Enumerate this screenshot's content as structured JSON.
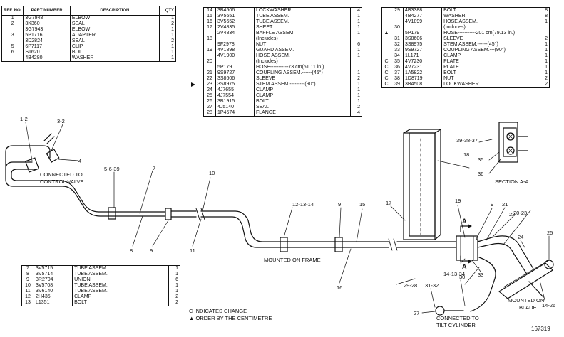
{
  "table_left": {
    "headers": {
      "ref": "REF. NO.",
      "part": "PART NUMBER",
      "desc": "DESCRIPTION",
      "qty": "QTY"
    },
    "rows": [
      {
        "ref": "1",
        "part": "3G7948",
        "desc": "ELBOW",
        "qty": "1"
      },
      {
        "ref": "2",
        "part": "3K360",
        "desc": "SEAL",
        "qty": "2"
      },
      {
        "ref": "",
        "part": "3G7943",
        "desc": "ELBOW",
        "qty": "1"
      },
      {
        "ref": "3",
        "part": "5P1716",
        "desc": "ADAPTER",
        "qty": "1"
      },
      {
        "ref": "",
        "part": "3D2824",
        "desc": "SEAL",
        "qty": "2"
      },
      {
        "ref": "5",
        "part": "6P7117",
        "desc": "CLIP",
        "qty": "1"
      },
      {
        "ref": "6",
        "part": "S1620",
        "desc": "BOLT",
        "qty": "1"
      },
      {
        "ref": "",
        "part": "4B4280",
        "desc": "WASHER",
        "qty": "1"
      }
    ]
  },
  "table_mid": {
    "rows": [
      {
        "ref": "14",
        "part": "3B4506",
        "desc": "LOCKWASHER",
        "qty": "4"
      },
      {
        "ref": "15",
        "part": "3V5651",
        "desc": "TUBE ASSEM.",
        "qty": "1"
      },
      {
        "ref": "16",
        "part": "3V5652",
        "desc": "TUBE ASSEM.",
        "qty": "1"
      },
      {
        "ref": "17",
        "part": "2V4835",
        "desc": "SHEET",
        "qty": "1"
      },
      {
        "ref": "",
        "part": "2V4834",
        "desc": "BAFFLE ASSEM.",
        "qty": "1"
      },
      {
        "ref": "18",
        "part": "",
        "desc": "(Includes)",
        "qty": ""
      },
      {
        "ref": "",
        "part": "9F2978",
        "desc": "NUT",
        "qty": "6"
      },
      {
        "ref": "19",
        "part": "4V1898",
        "desc": "GUARD ASSEM.",
        "qty": "1"
      },
      {
        "ref": "",
        "part": "4V1900",
        "desc": "HOSE ASSEM.",
        "qty": "1"
      },
      {
        "ref": "20",
        "part": "",
        "desc": "(Includes)",
        "qty": ""
      },
      {
        "ref": "",
        "part": "5P179",
        "desc": "HOSE-----------73 cm(61.11 in.)",
        "qty": ""
      },
      {
        "ref": "21",
        "part": "9S9727",
        "desc": "COUPLING ASSEM.------(45°)",
        "qty": "1"
      },
      {
        "ref": "22",
        "part": "3S8606",
        "desc": "SLEEVE",
        "qty": "2"
      },
      {
        "ref": "23",
        "part": "3S8975",
        "desc": "STEM ASSEM.---------(90°)",
        "qty": "1"
      },
      {
        "ref": "24",
        "part": "4J7655",
        "desc": "CLAMP",
        "qty": "1"
      },
      {
        "ref": "25",
        "part": "4J7554",
        "desc": "CLAMP",
        "qty": "1"
      },
      {
        "ref": "26",
        "part": "3B1915",
        "desc": "BOLT",
        "qty": "1"
      },
      {
        "ref": "27",
        "part": "4J5140",
        "desc": "SEAL",
        "qty": "2"
      },
      {
        "ref": "28",
        "part": "1P4574",
        "desc": "FLANGE",
        "qty": "4"
      }
    ]
  },
  "table_right": {
    "rows": [
      {
        "c": "",
        "ref": "29",
        "part": "4B3388",
        "desc": "BOLT",
        "qty": "8"
      },
      {
        "c": "",
        "ref": "",
        "part": "4B4277",
        "desc": "WASHER",
        "qty": "8"
      },
      {
        "c": "",
        "ref": "",
        "part": "4V1899",
        "desc": "HOSE ASSEM.",
        "qty": "1"
      },
      {
        "c": "",
        "ref": "30",
        "part": "",
        "desc": "(Includes)",
        "qty": ""
      },
      {
        "c": "▲",
        "ref": "",
        "part": "5P179",
        "desc": "HOSE-----------201 cm(79.13 in.)",
        "qty": ""
      },
      {
        "c": "",
        "ref": "31",
        "part": "3S8606",
        "desc": "SLEEVE",
        "qty": "2"
      },
      {
        "c": "",
        "ref": "32",
        "part": "3S8975",
        "desc": "STEM ASSEM.------(45°)",
        "qty": "1"
      },
      {
        "c": "",
        "ref": "33",
        "part": "9S9727",
        "desc": "COUPLING ASSEM.---(90°)",
        "qty": "1"
      },
      {
        "c": "",
        "ref": "34",
        "part": "1L171",
        "desc": "CLAMP",
        "qty": "1"
      },
      {
        "c": "C",
        "ref": "35",
        "part": "4V7230",
        "desc": "PLATE",
        "qty": "1"
      },
      {
        "c": "C",
        "ref": "36",
        "part": "4V7231",
        "desc": "PLATE",
        "qty": "1"
      },
      {
        "c": "C",
        "ref": "37",
        "part": "1A5822",
        "desc": "BOLT",
        "qty": "1"
      },
      {
        "c": "C",
        "ref": "38",
        "part": "1D8719",
        "desc": "NUT",
        "qty": "2"
      },
      {
        "c": "C",
        "ref": "39",
        "part": "3B4508",
        "desc": "LOCKWASHER",
        "qty": "2"
      }
    ]
  },
  "table_bottom": {
    "rows": [
      {
        "ref": "7",
        "part": "3V5715",
        "desc": "TUBE ASSEM.",
        "qty": "1"
      },
      {
        "ref": "8",
        "part": "3V5714",
        "desc": "TUBE ASSEM.",
        "qty": "1"
      },
      {
        "ref": "9",
        "part": "3R2704",
        "desc": "UNION",
        "qty": "6"
      },
      {
        "ref": "10",
        "part": "3V5708",
        "desc": "TUBE ASSEM.",
        "qty": "1"
      },
      {
        "ref": "11",
        "part": "3V6140",
        "desc": "TUBE ASSEM.",
        "qty": "1"
      },
      {
        "ref": "12",
        "part": "2H435",
        "desc": "CLAMP",
        "qty": "2"
      },
      {
        "ref": "13",
        "part": "L1351",
        "desc": "BOLT",
        "qty": "2"
      }
    ]
  },
  "notes": {
    "change": "C INDICATES CHANGE",
    "order": "▲ ORDER BY THE CENTIMETRE"
  },
  "illustration_number": "167319",
  "callouts": {
    "c1_2": "1-2",
    "c3_2": "3-2",
    "c4": "4",
    "connected_control_1": "CONNECTED TO",
    "connected_control_2": "CONTROL VALVE",
    "c5_6_39": "5-6-39",
    "c7": "7",
    "c8": "8",
    "c9a": "9",
    "c10": "10",
    "c11": "11",
    "c12_13_14": "12-13-14",
    "c9b": "9",
    "c15": "15",
    "c16": "16",
    "c17": "17",
    "c18": "18",
    "mounted_frame": "MOUNTED ON FRAME",
    "c19": "19",
    "c9c": "9",
    "c21": "21",
    "c20_23": "20-23",
    "c22": "22",
    "c24": "24",
    "c25": "25",
    "a_top": "A",
    "a_bottom": "A",
    "c14_13_34": "14-13-34",
    "c33": "33",
    "c29_28": "29-28",
    "c31_32": "31-32",
    "c30": "30",
    "c27": "27",
    "connected_tilt_1": "CONNECTED TO",
    "connected_tilt_2": "TILT CYLINDER",
    "mounted_blade_1": "MOUNTED ON",
    "mounted_blade_2": "BLADE",
    "c14_26": "14-26",
    "c39_38_37": "39-38-37",
    "c35": "35",
    "c36": "36",
    "section": "SECTION A-A"
  },
  "colors": {
    "ink": "#111111",
    "paper": "#ffffff"
  }
}
